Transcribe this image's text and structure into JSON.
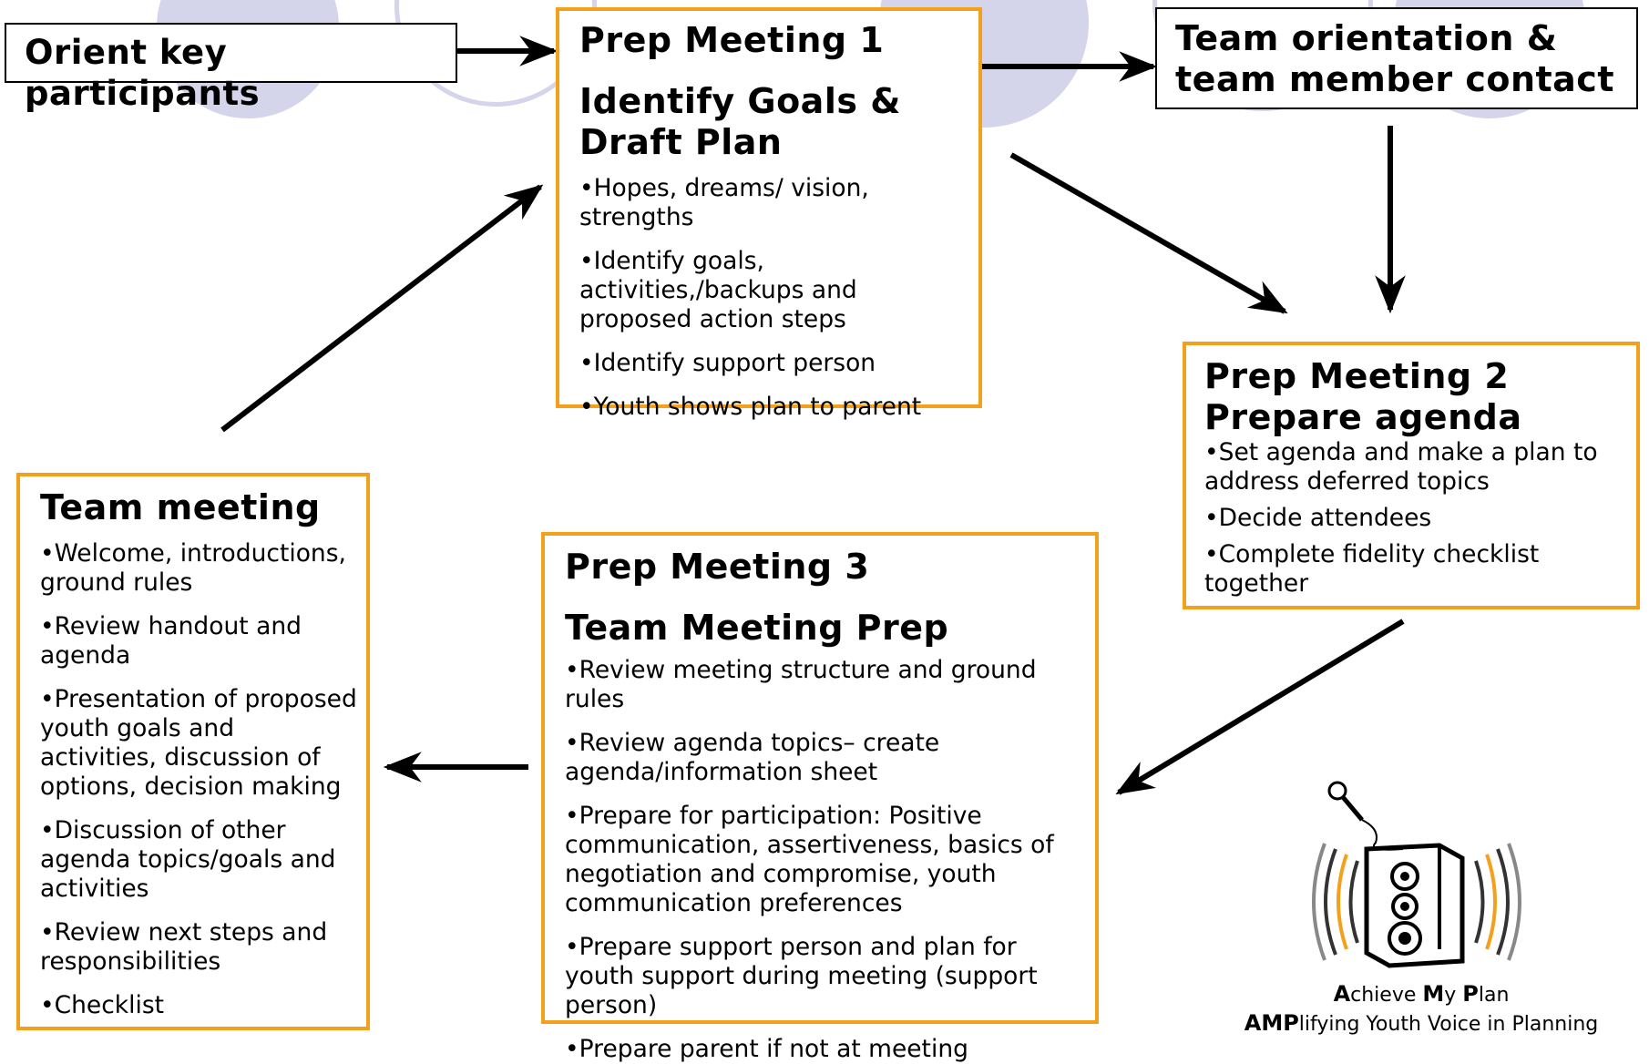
{
  "boxes": {
    "orient": {
      "title": "Orient key participants"
    },
    "prep1": {
      "title": "Prep Meeting 1",
      "subtitle": "Identify Goals & Draft Plan",
      "items": [
        "•Hopes, dreams/ vision, strengths",
        "•Identify goals, activities,/backups and proposed action steps",
        "•Identify support person",
        "•Youth shows plan to parent"
      ]
    },
    "orientation": {
      "title": "Team orientation & team member contact"
    },
    "prep2": {
      "title": "Prep Meeting 2",
      "subtitle": "Prepare agenda",
      "items": [
        "•Set agenda and make a plan to address deferred topics",
        "•Decide attendees",
        "•Complete fidelity checklist together"
      ]
    },
    "prep3": {
      "title": "Prep Meeting 3",
      "subtitle": "Team Meeting Prep",
      "items": [
        "•Review meeting structure and ground rules",
        "•Review agenda topics– create agenda/information sheet",
        "•Prepare for participation: Positive communication, assertiveness, basics of negotiation and compromise, youth communication preferences",
        "•Prepare support person and plan for youth support during meeting (support person)",
        "•Prepare parent if not at meeting"
      ]
    },
    "team": {
      "title": "Team meeting",
      "items": [
        "•Welcome, introductions, ground rules",
        "•Review handout and agenda",
        "•Presentation of proposed youth goals and activities, discussion of options, decision making",
        "•Discussion of other agenda topics/goals and activities",
        "•Review next steps and responsibilities",
        "•Checklist"
      ]
    }
  },
  "logo": {
    "line1_parts": [
      "A",
      "chieve ",
      "M",
      "y ",
      "P",
      "lan"
    ],
    "line2_parts": [
      "AMP",
      "lifying Youth Voice in Planning"
    ]
  },
  "colors": {
    "box_border": "#f5a01a",
    "circle": "#d4d4ea",
    "arrow": "#000000"
  }
}
